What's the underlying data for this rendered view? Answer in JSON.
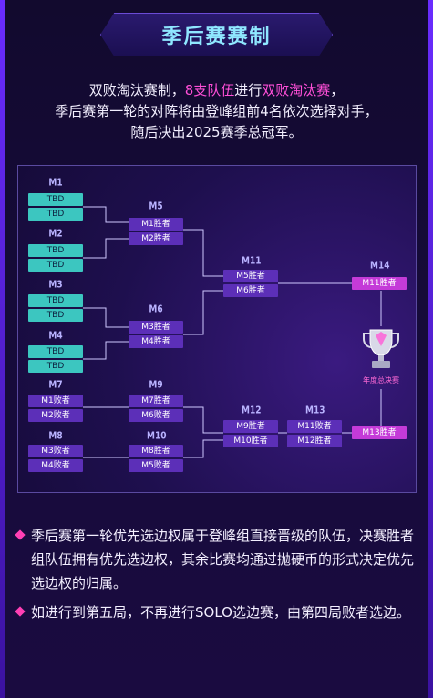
{
  "title": "季后赛赛制",
  "intro": {
    "l1_a": "双败淘汰赛制，",
    "l1_b": "8支队伍",
    "l1_c": "进行",
    "l1_d": "双败淘汰赛",
    "l1_e": "，",
    "l2": "季后赛第一轮的对阵将由登峰组前4名依次选择对手，",
    "l3": "随后决出2025赛季总冠军。"
  },
  "bracket": {
    "matches": {
      "m1": "M1",
      "m2": "M2",
      "m3": "M3",
      "m4": "M4",
      "m5": "M5",
      "m6": "M6",
      "m7": "M7",
      "m8": "M8",
      "m9": "M9",
      "m10": "M10",
      "m11": "M11",
      "m12": "M12",
      "m13": "M13",
      "m14": "M14"
    },
    "slots": {
      "tbd": "TBD",
      "m1w": "M1胜者",
      "m2w": "M2胜者",
      "m3w": "M3胜者",
      "m4w": "M4胜者",
      "m1l": "M1败者",
      "m2l": "M2败者",
      "m3l": "M3败者",
      "m4l": "M4败者",
      "m5w": "M5胜者",
      "m6w": "M6胜者",
      "m7w": "M7胜者",
      "m6l": "M6败者",
      "m8w": "M8胜者",
      "m5l": "M5败者",
      "m9w": "M9胜者",
      "m10w": "M10胜者",
      "m11l": "M11败者",
      "m12w": "M12胜者",
      "m11w": "M11胜者",
      "m13w": "M13胜者"
    },
    "final_label": "年度总决赛",
    "colors": {
      "teal": "#3cc6c0",
      "purple": "#5c2fb8",
      "magenta": "#c43bd8"
    }
  },
  "notes": [
    "季后赛第一轮优先选边权属于登峰组直接晋级的队伍，决赛胜者组队伍拥有优先选边权，其余比赛均通过抛硬币的形式决定优先选边权的归属。",
    "如进行到第五局，不再进行SOLO选边赛，由第四局败者选边。"
  ]
}
